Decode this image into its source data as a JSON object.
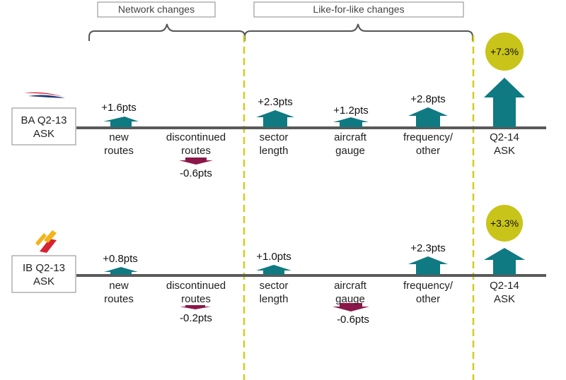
{
  "headers": {
    "network": "Network changes",
    "like_for_like": "Like-for-like changes"
  },
  "colors": {
    "increase": "#0f7a82",
    "decrease": "#8a1749",
    "divider": "#d4cc1e",
    "bubble": "#c9c419",
    "axis": "#5a5a5a"
  },
  "rows": [
    {
      "airline_logo": "british-airways-speedmarque",
      "start_label": [
        "BA Q2-13",
        "ASK"
      ],
      "end_label": [
        "Q2-14",
        "ASK"
      ],
      "total": "+7.3%",
      "items": [
        {
          "labels": [
            "new",
            "routes"
          ],
          "value": "+1.6pts",
          "direction": "up"
        },
        {
          "labels": [
            "discontinued",
            "routes"
          ],
          "value": "-0.6pts",
          "direction": "down"
        },
        {
          "labels": [
            "sector",
            "length"
          ],
          "value": "+2.3pts",
          "direction": "up"
        },
        {
          "labels": [
            "aircraft",
            "gauge"
          ],
          "value": "+1.2pts",
          "direction": "up"
        },
        {
          "labels": [
            "frequency/",
            "other"
          ],
          "value": "+2.8pts",
          "direction": "up"
        }
      ]
    },
    {
      "airline_logo": "iberia-logo",
      "start_label": [
        "IB Q2-13",
        "ASK"
      ],
      "end_label": [
        "Q2-14",
        "ASK"
      ],
      "total": "+3.3%",
      "items": [
        {
          "labels": [
            "new",
            "routes"
          ],
          "value": "+0.8pts",
          "direction": "up"
        },
        {
          "labels": [
            "discontinued",
            "routes"
          ],
          "value": "-0.2pts",
          "direction": "down"
        },
        {
          "labels": [
            "sector",
            "length"
          ],
          "value": "+1.0pts",
          "direction": "up"
        },
        {
          "labels": [
            "aircraft",
            "gauge"
          ],
          "value": "-0.6pts",
          "direction": "down"
        },
        {
          "labels": [
            "frequency/",
            "other"
          ],
          "value": "+2.3pts",
          "direction": "up"
        }
      ]
    }
  ]
}
